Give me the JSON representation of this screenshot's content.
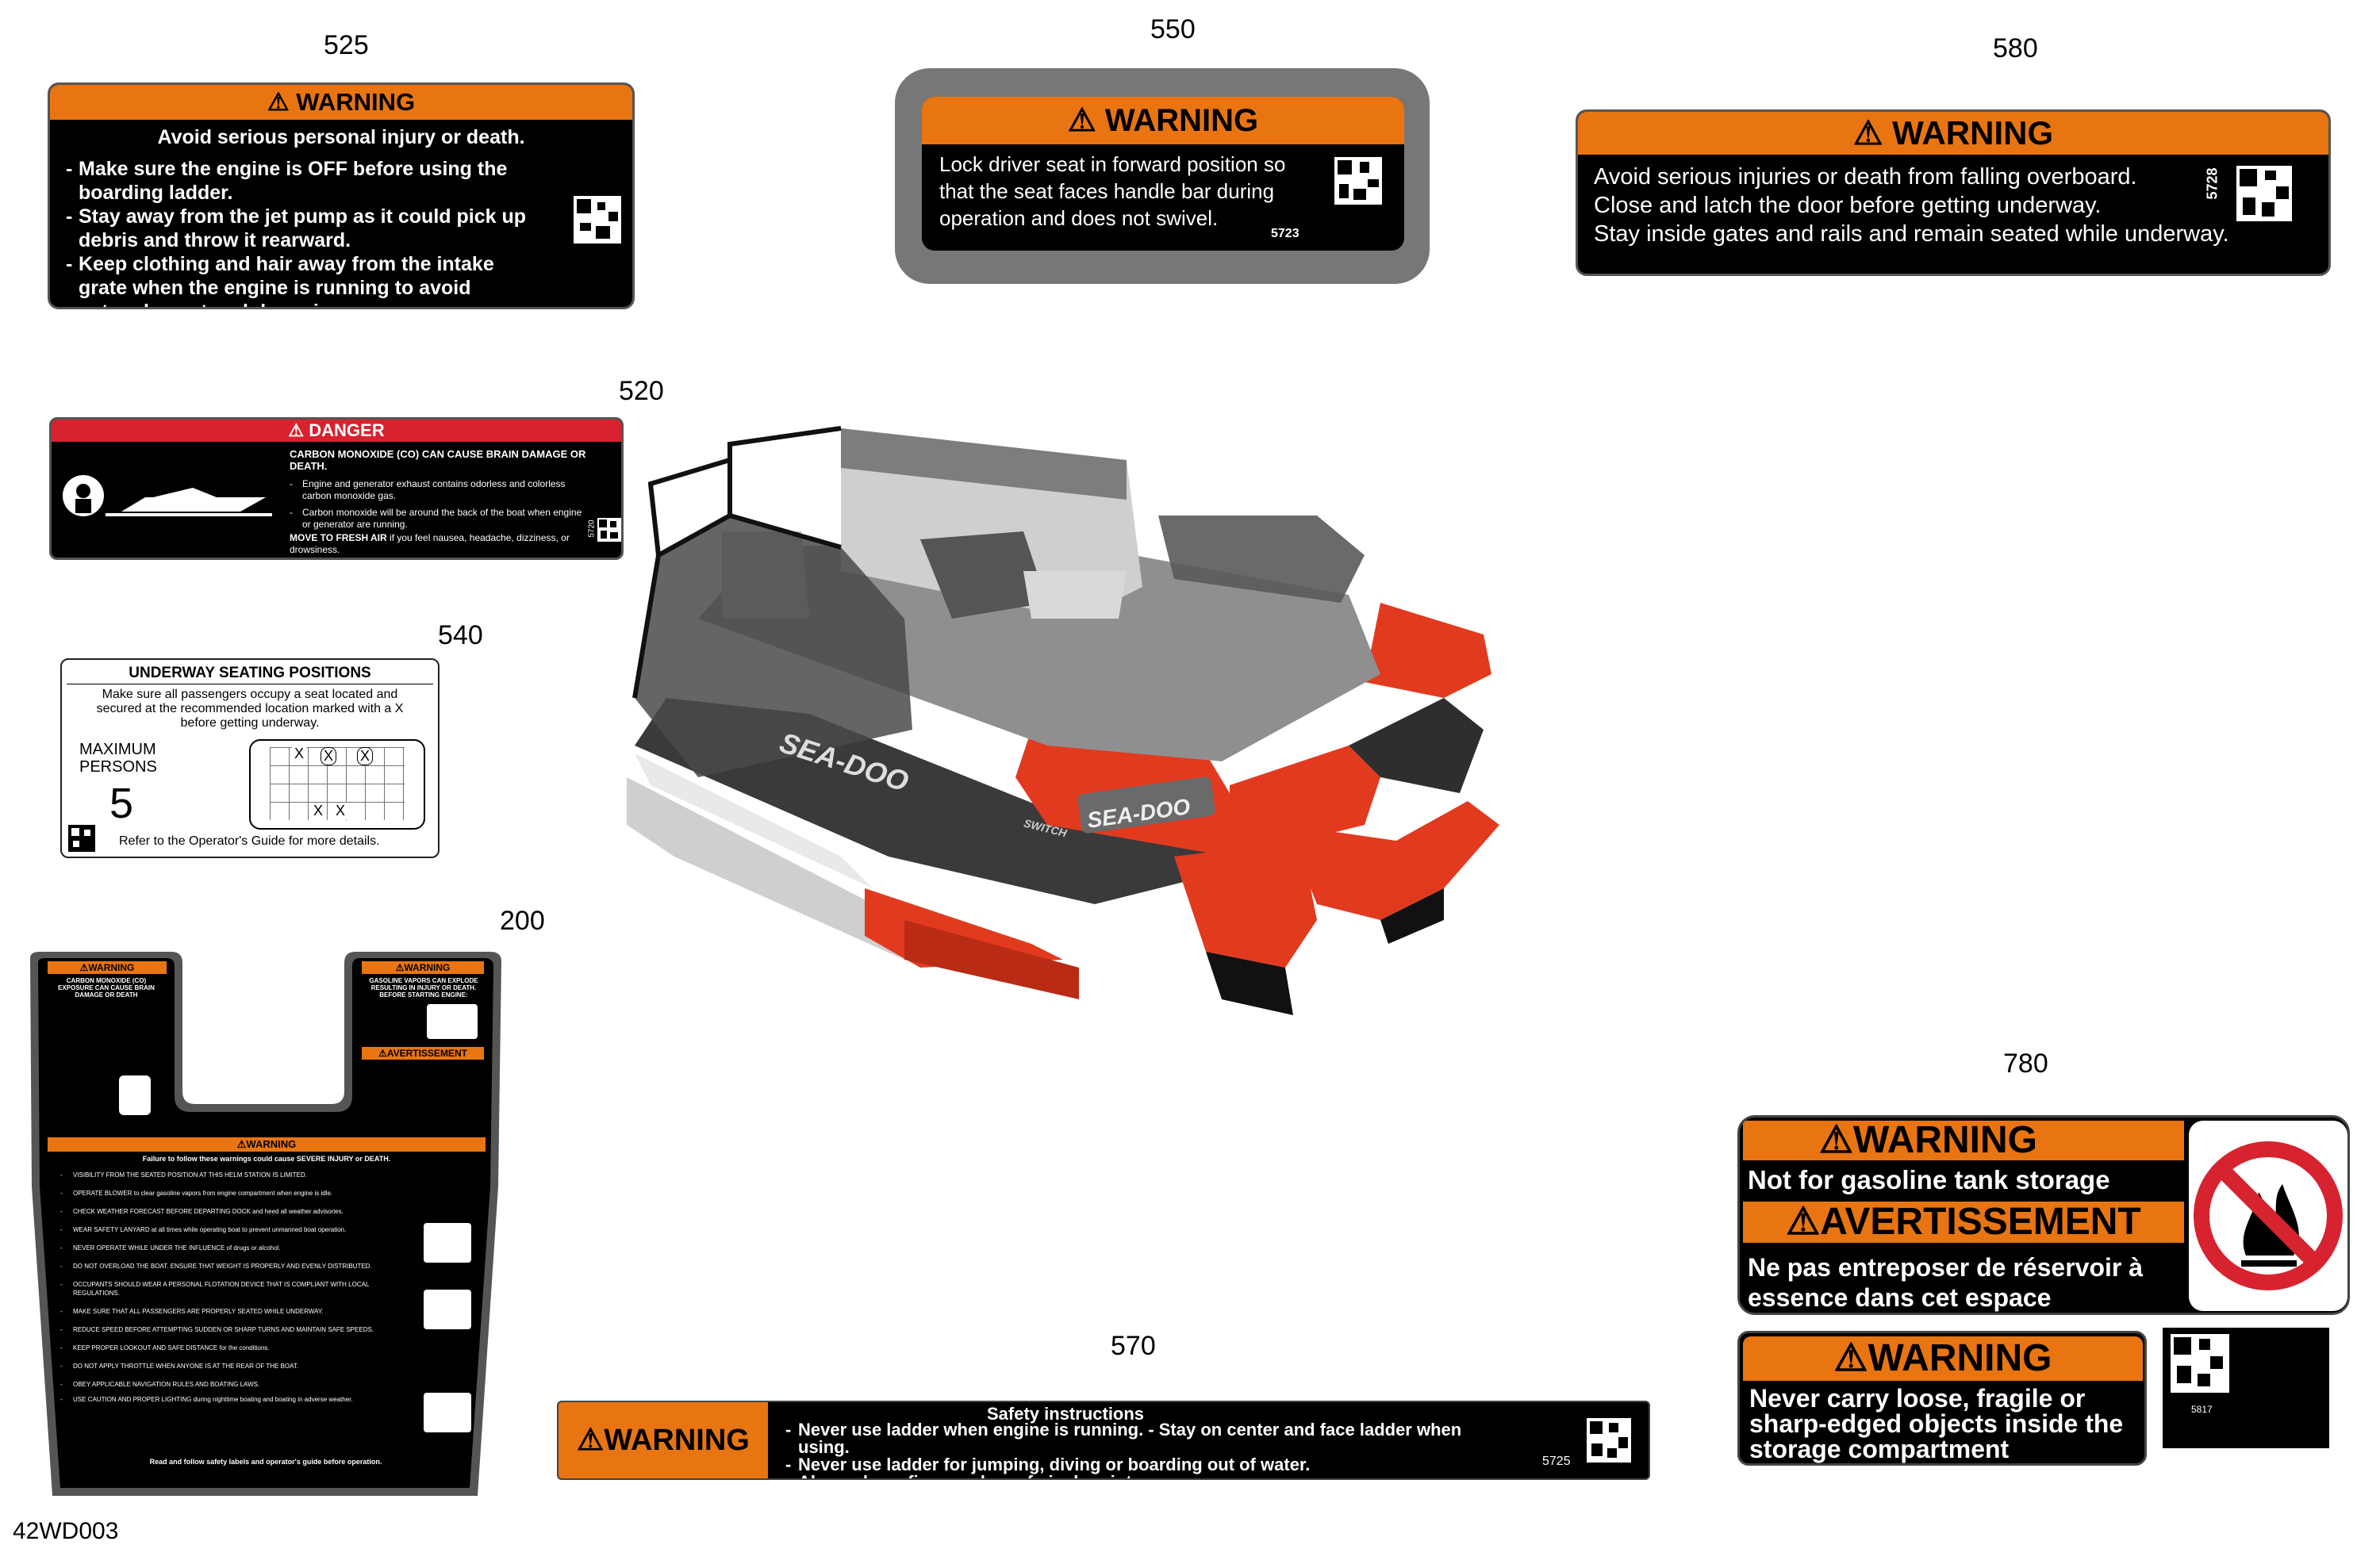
{
  "part_numbers": {
    "p525": "525",
    "p550": "550",
    "p580": "580",
    "p520": "520",
    "p540": "540",
    "p200": "200",
    "p570": "570",
    "p780": "780"
  },
  "diagram_code": "42WD003",
  "label_525": {
    "header": "WARNING",
    "subtitle": "Avoid serious personal injury or death.",
    "lines": [
      "Make sure the engine is OFF before using the boarding ladder.",
      "Stay away from the jet pump as it could pick up debris and throw it rearward.",
      "Keep clothing and hair away from the intake grate when the engine is running to avoid entanglement and drowning."
    ]
  },
  "label_550": {
    "header": "WARNING",
    "text": "Lock driver seat in forward position so that the seat faces handle bar during operation and does not swivel.",
    "code": "5723"
  },
  "label_580": {
    "header": "WARNING",
    "lines": [
      "Avoid serious injuries or death from falling overboard.",
      "Close and latch the door before getting underway.",
      "Stay inside gates and rails and remain seated while underway."
    ],
    "code": "5728"
  },
  "label_520": {
    "header": "DANGER",
    "title": "CARBON MONOXIDE (CO) CAN CAUSE BRAIN DAMAGE OR DEATH.",
    "lines": [
      "Engine and generator exhaust contains odorless and colorless carbon monoxide gas.",
      "Carbon monoxide will be around the back of the boat when engine or generator are running."
    ],
    "footer_bold": "MOVE TO FRESH AIR",
    "footer": "if you feel nausea, headache, dizziness, or drowsiness.",
    "code": "5720"
  },
  "label_540": {
    "title": "UNDERWAY SEATING POSITIONS",
    "text": "Make sure all passengers occupy a seat located and secured at the recommended location marked with a X before getting underway.",
    "max_label": "MAXIMUM PERSONS",
    "max_value": "5",
    "footer": "Refer to the Operator's Guide for more details.",
    "seat_marks": [
      "X",
      "X",
      "X",
      "X",
      "X"
    ]
  },
  "label_200": {
    "header_left": "WARNING",
    "header_right": "WARNING",
    "header_right_fr": "AVERTISSEMENT",
    "header_mid": "WARNING",
    "left_title": "CARBON MONOXIDE (CO) EXPOSURE CAN CAUSE BRAIN DAMAGE OR DEATH",
    "right_title": "GASOLINE VAPORS CAN EXPLODE RESULTING IN INJURY OR DEATH. BEFORE STARTING ENGINE:",
    "mid_intro": "Failure to follow these warnings could cause SEVERE INJURY or DEATH.",
    "items": [
      "VISIBILITY FROM THE SEATED POSITION AT THIS HELM STATION IS LIMITED.",
      "OPERATE BLOWER to clear gasoline vapors from engine compartment when engine is idle.",
      "CHECK WEATHER FORECAST BEFORE DEPARTING DOCK and heed all weather advisories.",
      "WEAR SAFETY LANYARD at all times while operating boat to prevent unmanned boat operation.",
      "NEVER OPERATE WHILE UNDER THE INFLUENCE of drugs or alcohol.",
      "DO NOT OVERLOAD THE BOAT. ENSURE THAT WEIGHT IS PROPERLY AND EVENLY DISTRIBUTED.",
      "OCCUPANTS SHOULD WEAR A PERSONAL FLOTATION DEVICE THAT IS COMPLIANT WITH LOCAL REGULATIONS.",
      "MAKE SURE THAT ALL PASSENGERS ARE PROPERLY SEATED WHILE UNDERWAY.",
      "REDUCE SPEED BEFORE ATTEMPTING SUDDEN OR SHARP TURNS AND MAINTAIN SAFE SPEEDS.",
      "KEEP PROPER LOOKOUT AND SAFE DISTANCE for the conditions.",
      "DO NOT APPLY THROTTLE WHEN ANYONE IS AT THE REAR OF THE BOAT.",
      "OBEY APPLICABLE NAVIGATION RULES AND BOATING LAWS.",
      "USE CAUTION AND PROPER LIGHTING during nighttime boating and boating in adverse weather."
    ],
    "footer": "Read and follow safety labels and operator's guide before operation."
  },
  "label_570": {
    "header": "WARNING",
    "title": "Safety instructions",
    "lines": [
      "Never use ladder when engine is running.  - Stay on center and face ladder when using.",
      "Never use ladder for jumping, diving or boarding out of  water.",
      "Always keep fingers clear of pinch points."
    ],
    "code": "5725"
  },
  "label_780a": {
    "header": "WARNING",
    "text": "Not for gasoline tank storage",
    "header_fr": "AVERTISSEMENT",
    "text_fr": "Ne pas entreposer de réservoir à essence dans cet espace"
  },
  "label_780b": {
    "header": "WARNING",
    "text": "Never carry loose, fragile or sharp-edged objects inside the storage compartment",
    "code": "5817"
  },
  "boat": {
    "brand": "SEA-DOO",
    "model": "SWITCH"
  },
  "colors": {
    "warning_orange": "#e87511",
    "danger_red": "#d7232f",
    "boat_red": "#e23a1f",
    "label_black": "#000000"
  }
}
